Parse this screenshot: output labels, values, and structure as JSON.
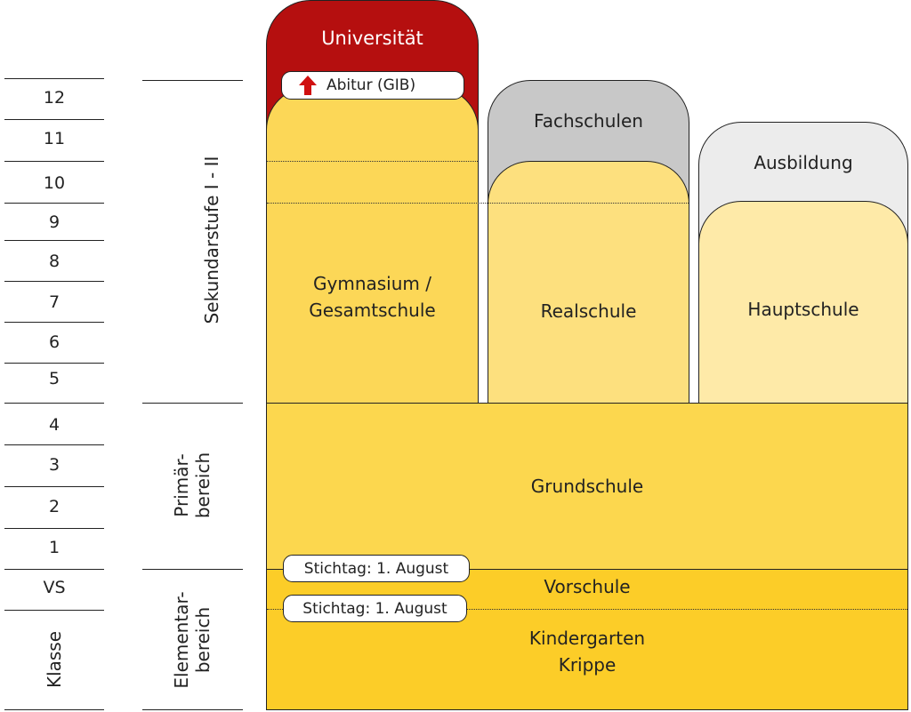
{
  "grades": [
    "12",
    "11",
    "10",
    "9",
    "8",
    "7",
    "6",
    "5",
    "4",
    "3",
    "2",
    "1",
    "VS"
  ],
  "grade_column_label": "Klasse",
  "stages": {
    "secondary": "Sekundarstufe I - II",
    "primary": [
      "Primär-",
      "bereich"
    ],
    "elementary": [
      "Elementar-",
      "bereich"
    ]
  },
  "schools": {
    "university": "Universität",
    "abitur": "Abitur (GIB)",
    "gymnasium": [
      "Gymnasium /",
      "Gesamtschule"
    ],
    "fachschulen": "Fachschulen",
    "realschule": "Realschule",
    "ausbildung": "Ausbildung",
    "hauptschule": "Hauptschule",
    "grundschule": "Grundschule",
    "vorschule": "Vorschule",
    "kindergarten": [
      "Kindergarten",
      "Krippe"
    ]
  },
  "cutoffs": [
    "Stichtag: 1. August",
    "Stichtag: 1. August"
  ],
  "colors": {
    "university": "#b50f0f",
    "gymnasium": "#fcd757",
    "realschule": "#fde07e",
    "hauptschule": "#feeaa8",
    "fachschulen": "#c8c8c8",
    "ausbildung": "#ececec",
    "grundschule": "#fcd74e",
    "elementary": "#fccd28",
    "abitur_arrow": "#d01010"
  }
}
